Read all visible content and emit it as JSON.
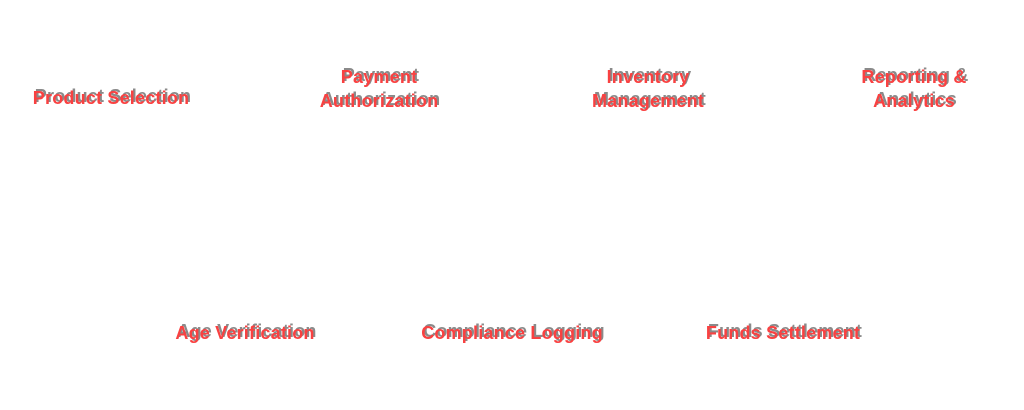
{
  "colors": {
    "label": "#F94141",
    "label_shadow": "#8A8A8A",
    "background": "#FFFFFF"
  },
  "diagram": {
    "nodes": [
      {
        "id": "product-selection",
        "label": "Product Selection"
      },
      {
        "id": "payment-authorization",
        "label": "Payment\nAuthorization"
      },
      {
        "id": "inventory-management",
        "label": "Inventory\nManagement"
      },
      {
        "id": "reporting-analytics",
        "label": "Reporting &\nAnalytics"
      },
      {
        "id": "age-verification",
        "label": "Age Verification"
      },
      {
        "id": "compliance-logging",
        "label": "Compliance Logging"
      },
      {
        "id": "funds-settlement",
        "label": "Funds Settlement"
      }
    ]
  }
}
